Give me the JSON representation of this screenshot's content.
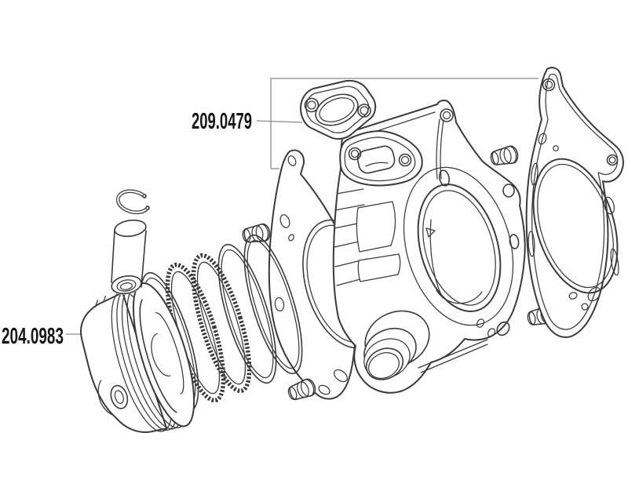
{
  "diagram": {
    "background_color": "#ffffff",
    "line_color": "#3a3a3a",
    "leader_color": "#8a8a8a",
    "text_color": "#161616",
    "callouts": [
      {
        "part_number": "209.0479",
        "target_part": "gasket-set"
      },
      {
        "part_number": "204.0983",
        "target_part": "piston"
      }
    ],
    "parts": [
      "circlip",
      "piston-pin",
      "piston",
      "piston-ring-1",
      "piston-ring-oil-1",
      "piston-ring-oil-2",
      "piston-ring-2",
      "piston-ring-3",
      "dowel-pin-1",
      "dowel-pin-2",
      "dowel-pin-3",
      "dowel-pin-4",
      "base-gasket",
      "cylinder-body",
      "exhaust-gasket",
      "head-gasket"
    ]
  }
}
